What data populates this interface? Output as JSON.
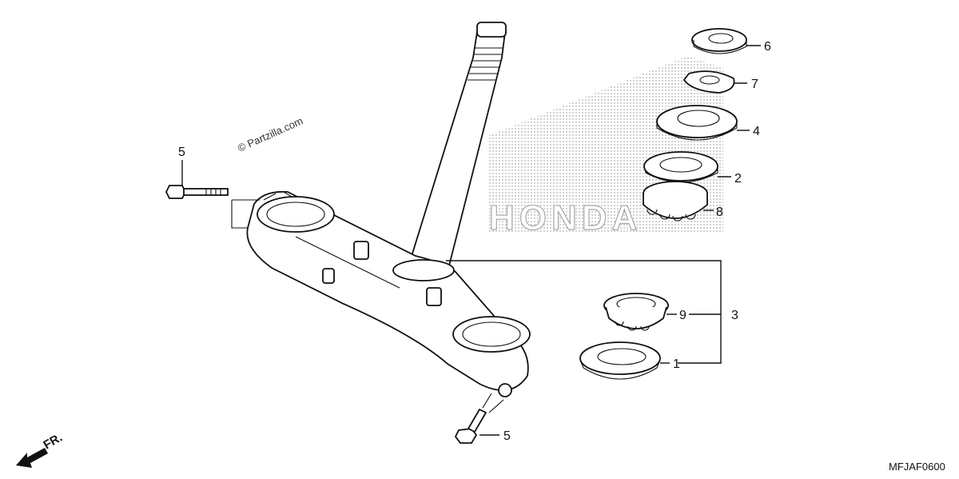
{
  "watermark": "© Partzilla.com",
  "diagram_code": "MFJAF0600",
  "front_indicator": "FR.",
  "brand_watermark": "HONDA",
  "callouts": {
    "c1": "1",
    "c2": "2",
    "c3": "3",
    "c4": "4",
    "c5_top": "5",
    "c5_bottom": "5",
    "c6": "6",
    "c7": "7",
    "c8": "8",
    "c9": "9"
  }
}
